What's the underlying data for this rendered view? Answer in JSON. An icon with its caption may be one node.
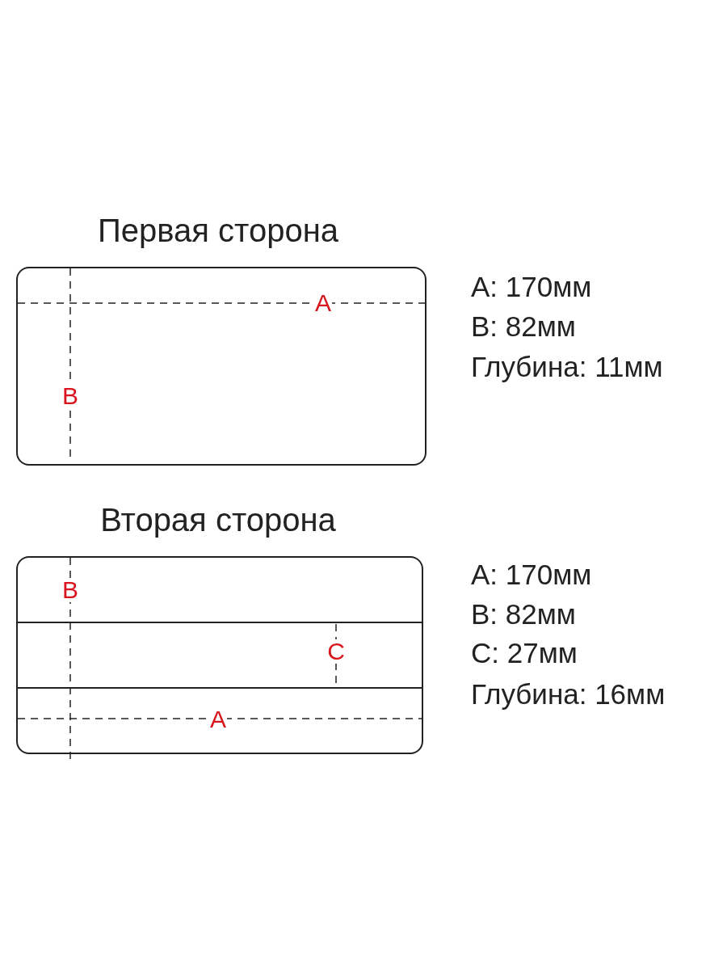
{
  "diagram": {
    "nodes": [
      {
        "text": [
          "Первая сторона"
        ],
        "beside": [
          "A: 170мм",
          "B: 82мм",
          "Глубина: 11мм"
        ]
      },
      {
        "text": [
          "Вторая сторона"
        ],
        "beside": [
          "A: 170мм",
          "B: 82мм",
          "C: 27мм",
          "Глубина: 16мм"
        ]
      }
    ],
    "edges": [],
    "labels": [
      "A",
      "B",
      "B",
      "C",
      "A"
    ]
  }
}
